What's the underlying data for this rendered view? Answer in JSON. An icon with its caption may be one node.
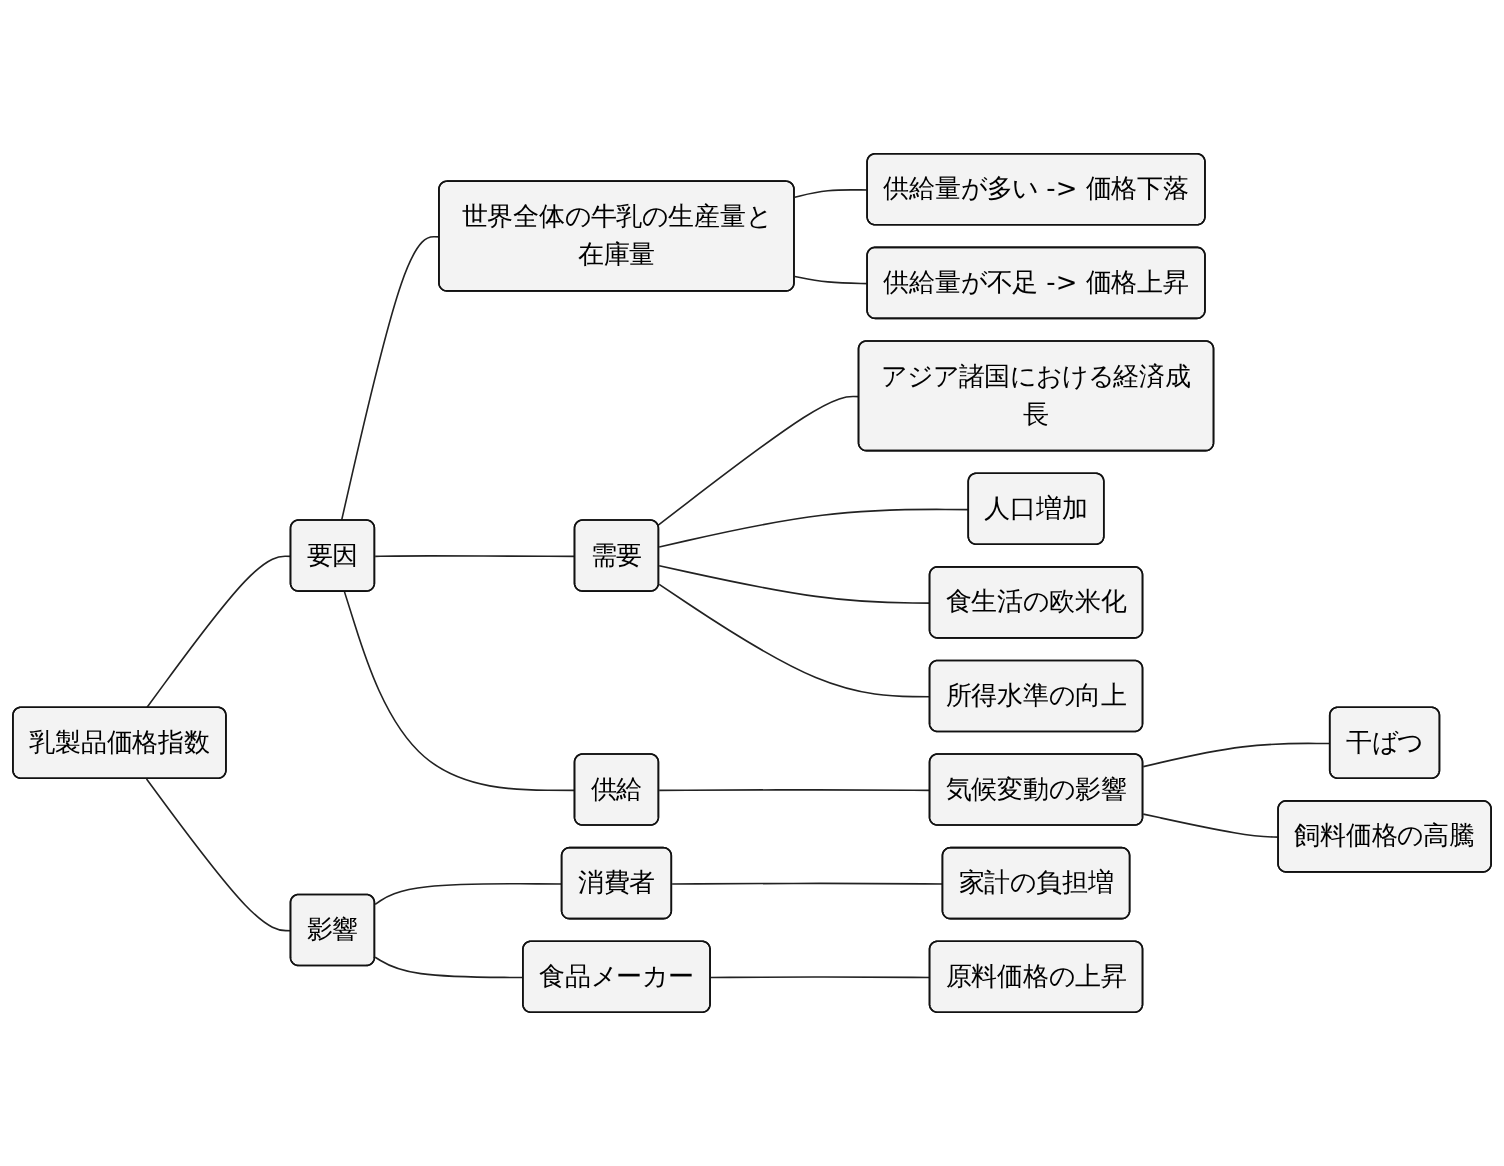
{
  "diagram": {
    "nodes": [
      {
        "text": [
          "乳製品価格指数"
        ]
      },
      {
        "text": [
          "要因"
        ]
      },
      {
        "text": [
          "世界全体の牛乳の生産量と在庫量"
        ]
      },
      {
        "text": [
          "供給量が多い -> 価格下落"
        ]
      },
      {
        "text": [
          "供給量が不足 -> 価格上昇"
        ]
      },
      {
        "text": [
          "需要"
        ]
      },
      {
        "text": [
          "アジア諸国における経済成長"
        ]
      },
      {
        "text": [
          "人口増加"
        ]
      },
      {
        "text": [
          "食生活の欧米化"
        ]
      },
      {
        "text": [
          "所得水準の向上"
        ]
      },
      {
        "text": [
          "供給"
        ]
      },
      {
        "text": [
          "気候変動の影響"
        ]
      },
      {
        "text": [
          "干ばつ"
        ]
      },
      {
        "text": [
          "飼料価格の高騰"
        ]
      },
      {
        "text": [
          "影響"
        ]
      },
      {
        "text": [
          "消費者"
        ]
      },
      {
        "text": [
          "家計の負担増"
        ]
      },
      {
        "text": [
          "食品メーカー"
        ]
      },
      {
        "text": [
          "原料価格の上昇"
        ]
      }
    ],
    "edges": [
      {
        "from": 0,
        "to": 1,
        "arrow": "none"
      },
      {
        "from": 1,
        "to": 2,
        "arrow": "none"
      },
      {
        "from": 2,
        "to": 3,
        "arrow": "none"
      },
      {
        "from": 2,
        "to": 4,
        "arrow": "none"
      },
      {
        "from": 1,
        "to": 5,
        "arrow": "none"
      },
      {
        "from": 5,
        "to": 6,
        "arrow": "none"
      },
      {
        "from": 5,
        "to": 7,
        "arrow": "none"
      },
      {
        "from": 5,
        "to": 8,
        "arrow": "none"
      },
      {
        "from": 5,
        "to": 9,
        "arrow": "none"
      },
      {
        "from": 1,
        "to": 10,
        "arrow": "none"
      },
      {
        "from": 10,
        "to": 11,
        "arrow": "none"
      },
      {
        "from": 11,
        "to": 12,
        "arrow": "none"
      },
      {
        "from": 11,
        "to": 13,
        "arrow": "none"
      },
      {
        "from": 0,
        "to": 14,
        "arrow": "none"
      },
      {
        "from": 14,
        "to": 15,
        "arrow": "none"
      },
      {
        "from": 15,
        "to": 16,
        "arrow": "none"
      },
      {
        "from": 14,
        "to": 17,
        "arrow": "none"
      },
      {
        "from": 17,
        "to": 18,
        "arrow": "none"
      }
    ]
  }
}
